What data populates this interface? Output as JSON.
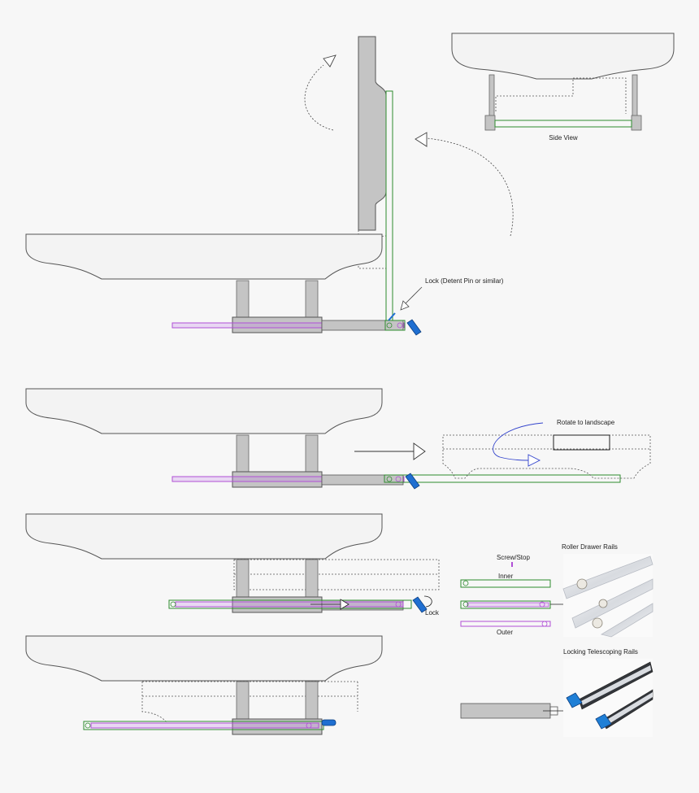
{
  "labels": {
    "side_view": "Side View",
    "lock_detent": "Lock (Detent Pin or similar)",
    "rotate": "Rotate to landscape",
    "screw_stop": "Screw/Stop",
    "inner": "Inner",
    "outer": "Outer",
    "lock": "Lock",
    "roller_rails": "Roller Drawer Rails",
    "locking_rails": "Locking Telescoping Rails"
  },
  "colors": {
    "background": "#f7f7f7",
    "panel_fill": "#f3f3f3",
    "outline": "#555555",
    "gray_part": "#c4c4c4",
    "inner_rail": "#2e8b2e",
    "outer_rail": "#b04fd6",
    "lock_blue": "#1f6fd1",
    "arrow_blue": "#3344cc"
  }
}
